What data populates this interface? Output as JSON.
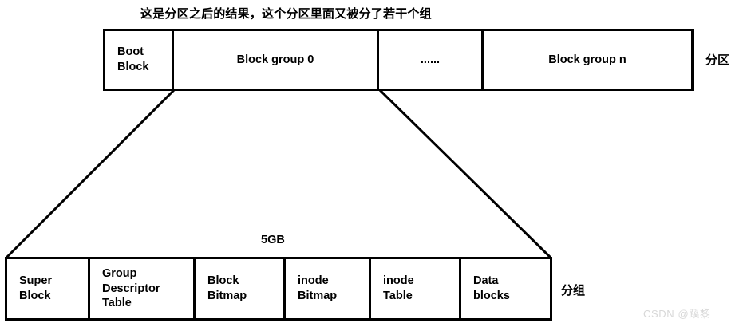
{
  "title": "这是分区之后的结果，这个分区里面又被分了若干个组",
  "partition_row": {
    "side_label": "分区",
    "cells": [
      {
        "label": "Boot\nBlock",
        "align": "left"
      },
      {
        "label": "Block group 0",
        "align": "center"
      },
      {
        "label": "......",
        "align": "center"
      },
      {
        "label": "Block group n",
        "align": "center"
      }
    ]
  },
  "group_row": {
    "side_label": "分组",
    "size_label": "5GB",
    "cells": [
      {
        "label": "Super\nBlock",
        "align": "left"
      },
      {
        "label": "Group\nDescriptor\nTable",
        "align": "left"
      },
      {
        "label": "Block\nBitmap",
        "align": "left"
      },
      {
        "label": "inode\nBitmap",
        "align": "left"
      },
      {
        "label": "inode\nTable",
        "align": "left"
      },
      {
        "label": "Data\nblocks",
        "align": "left"
      }
    ]
  },
  "watermark": "CSDN @蹊黎",
  "colors": {
    "stroke": "#000000",
    "background": "#ffffff",
    "watermark": "#d8d8d8"
  }
}
